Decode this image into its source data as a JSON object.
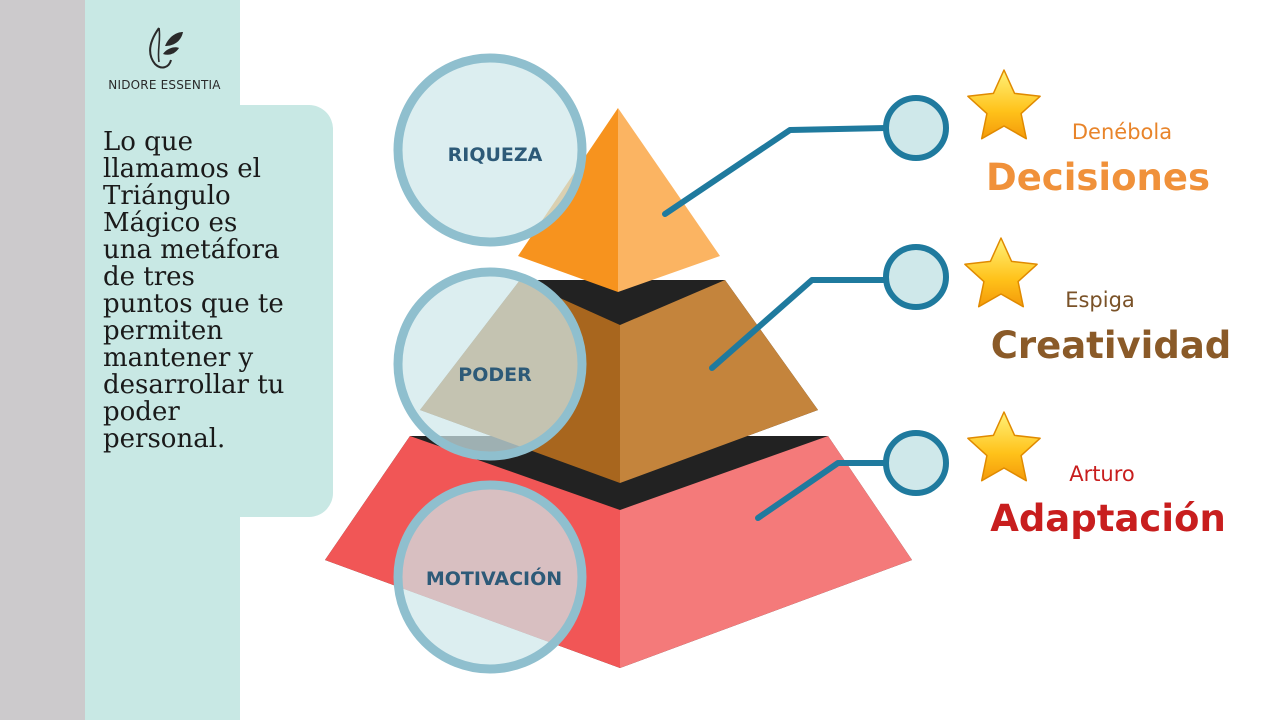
{
  "brand": {
    "name": "NIDORE ESSENTIA",
    "logo_icon": "leaf-drop-icon"
  },
  "intro_text": "Lo que\nllamamos el\nTriángulo\nMágico es\nuna metáfora\nde tres\npuntos que te\npermiten\nmantener y\ndesarrollar tu\npoder\npersonal.",
  "pyramid": {
    "levels": [
      {
        "label": "RIQUEZA",
        "color": "#f9a04a"
      },
      {
        "label": "PODER",
        "color": "#c4843c"
      },
      {
        "label": "MOTIVACIÓN",
        "color": "#f25c5c"
      }
    ]
  },
  "stars": [
    {
      "name": "Denébola",
      "value": "Decisiones",
      "name_color": "#e8842a",
      "value_color": "#f0913a"
    },
    {
      "name": "Espiga",
      "value": "Creatividad",
      "name_color": "#7a5228",
      "value_color": "#8a5a28"
    },
    {
      "name": "Arturo",
      "value": "Adaptación",
      "name_color": "#c81e1e",
      "value_color": "#c81e1e"
    }
  ],
  "colors": {
    "connector": "#1f7a9e",
    "circle_fill": "#cfe8ea",
    "circle_ring": "#8fbfce",
    "star_gold": "#ffc21a"
  }
}
